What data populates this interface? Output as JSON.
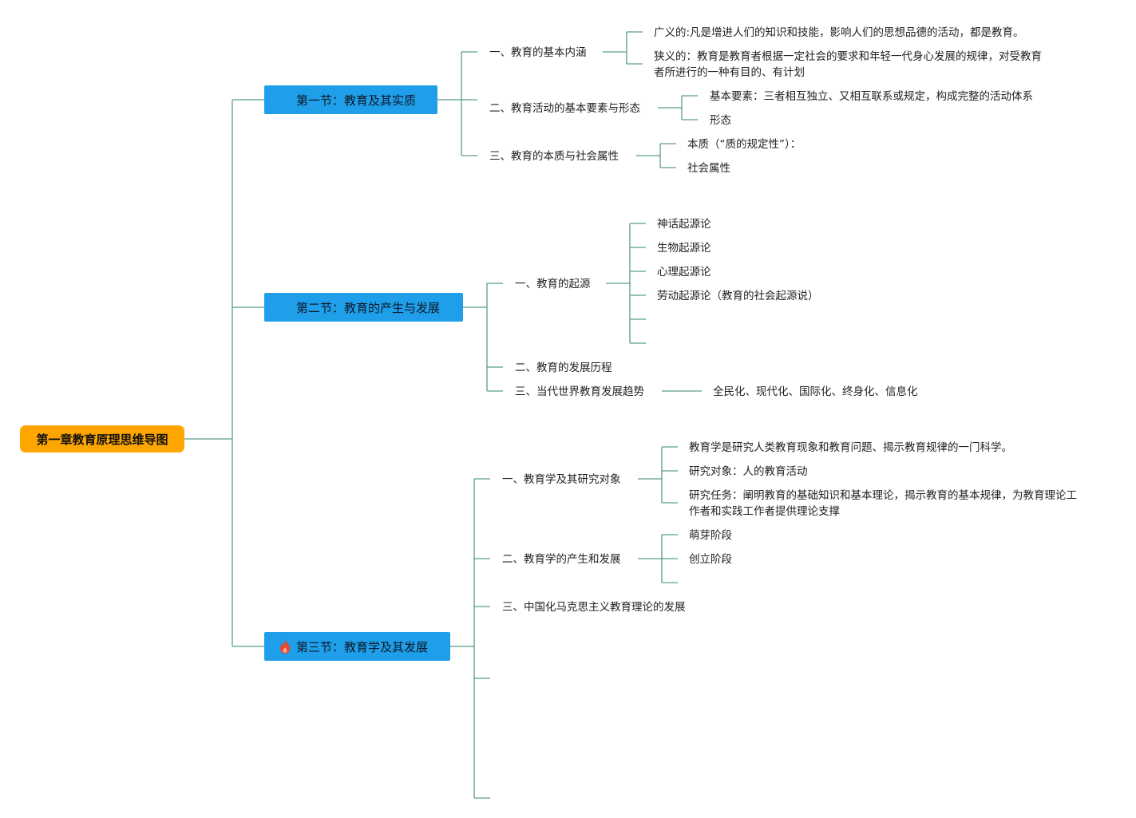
{
  "colors": {
    "root_fill": "#ffa500",
    "section_fill": "#1f9ee9",
    "line": "#5a9c8e",
    "fire": "#f0452c"
  },
  "root": {
    "label": "第一章教育原理思维导图"
  },
  "sections": [
    {
      "label": "第一节：教育及其实质",
      "topics": [
        {
          "label": "一、教育的基本内涵",
          "leaves": [
            "广义的:凡是增进人们的知识和技能，影响人们的思想品德的活动，都是教育。",
            "狭义的：教育是教育者根据一定社会的要求和年轻一代身心发展的规律，对受教育者所进行的一种有目的、有计划"
          ]
        },
        {
          "label": "二、教育活动的基本要素与形态",
          "leaves": [
            "基本要素：三者相互独立、又相互联系或规定，构成完整的活动体系",
            "形态"
          ]
        },
        {
          "label": "三、教育的本质与社会属性",
          "leaves": [
            "本质（“质的规定性”）：",
            "社会属性"
          ]
        }
      ]
    },
    {
      "label": "第二节：教育的产生与发展",
      "topics": [
        {
          "label": "一、教育的起源",
          "leaves": [
            "神话起源论",
            "生物起源论",
            "心理起源论",
            "劳动起源论（教育的社会起源说）",
            "",
            ""
          ]
        },
        {
          "label": "二、教育的发展历程",
          "leaves": []
        },
        {
          "label": "三、当代世界教育发展趋势",
          "leaves": [
            "全民化、现代化、国际化、终身化、信息化"
          ]
        }
      ]
    },
    {
      "label": "第三节：教育学及其发展",
      "icon": "fire-icon",
      "topics": [
        {
          "label": "一、教育学及其研究对象",
          "leaves": [
            "教育学是研究人类教育现象和教育问题、揭示教育规律的一门科学。",
            "研究对象：人的教育活动",
            "研究任务：阐明教育的基础知识和基本理论，揭示教育的基本规律，为教育理论工作者和实践工作者提供理论支撑"
          ]
        },
        {
          "label": "二、教育学的产生和发展",
          "leaves": [
            "萌芽阶段",
            "创立阶段",
            ""
          ]
        },
        {
          "label": "三、中国化马克思主义教育理论的发展",
          "leaves": []
        },
        {
          "label": "",
          "leaves": []
        },
        {
          "label": "",
          "leaves": []
        }
      ]
    }
  ]
}
